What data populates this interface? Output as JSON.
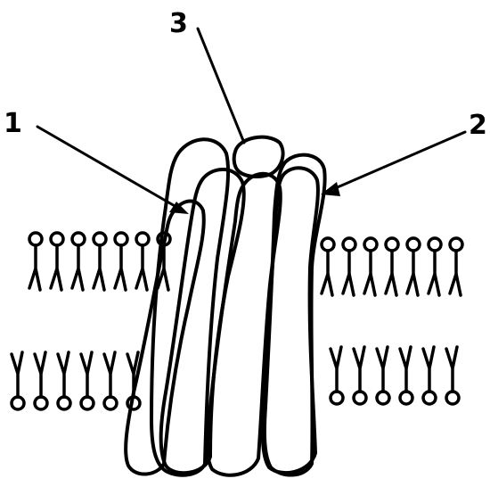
{
  "callouts": {
    "label_1": "1",
    "label_2": "2",
    "label_3": "3"
  },
  "colors": {
    "ink": "#000000",
    "background": "#ffffff"
  }
}
